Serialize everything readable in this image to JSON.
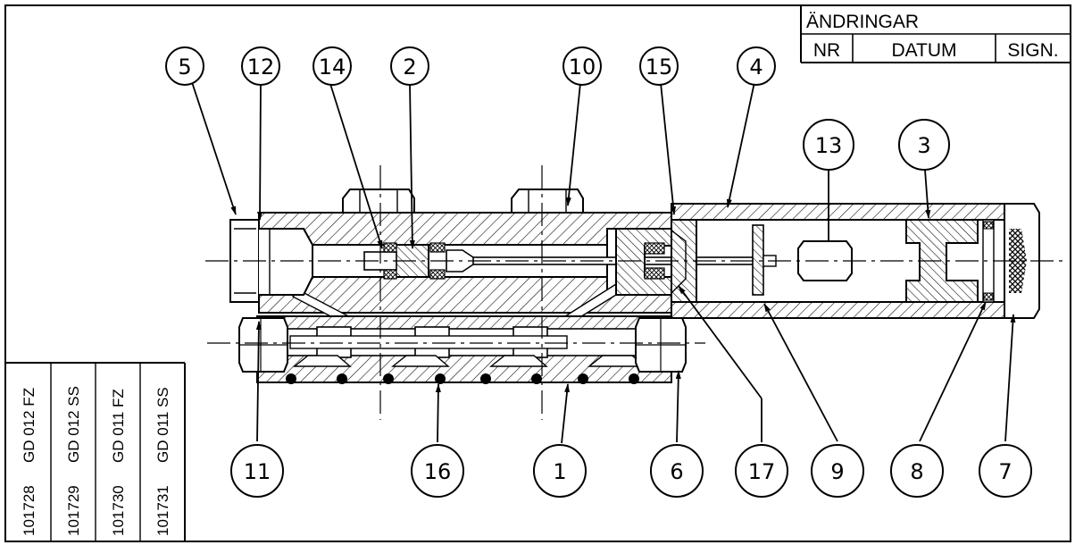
{
  "revision_block": {
    "title": "ÄNDRINGAR",
    "columns": [
      "NR",
      "DATUM",
      "SIGN."
    ]
  },
  "callouts": {
    "c5": "5",
    "c12": "12",
    "c14": "14",
    "c2": "2",
    "c10": "10",
    "c15": "15",
    "c4": "4",
    "c13": "13",
    "c3": "3",
    "c11": "11",
    "c16": "16",
    "c1": "1",
    "c6": "6",
    "c17": "17",
    "c9": "9",
    "c8": "8",
    "c7": "7"
  },
  "variants": [
    {
      "number": "101728",
      "code": "GD 012 FZ"
    },
    {
      "number": "101729",
      "code": "GD 012 SS"
    },
    {
      "number": "101730",
      "code": "GD 011 FZ"
    },
    {
      "number": "101731",
      "code": "GD 011 SS"
    }
  ]
}
